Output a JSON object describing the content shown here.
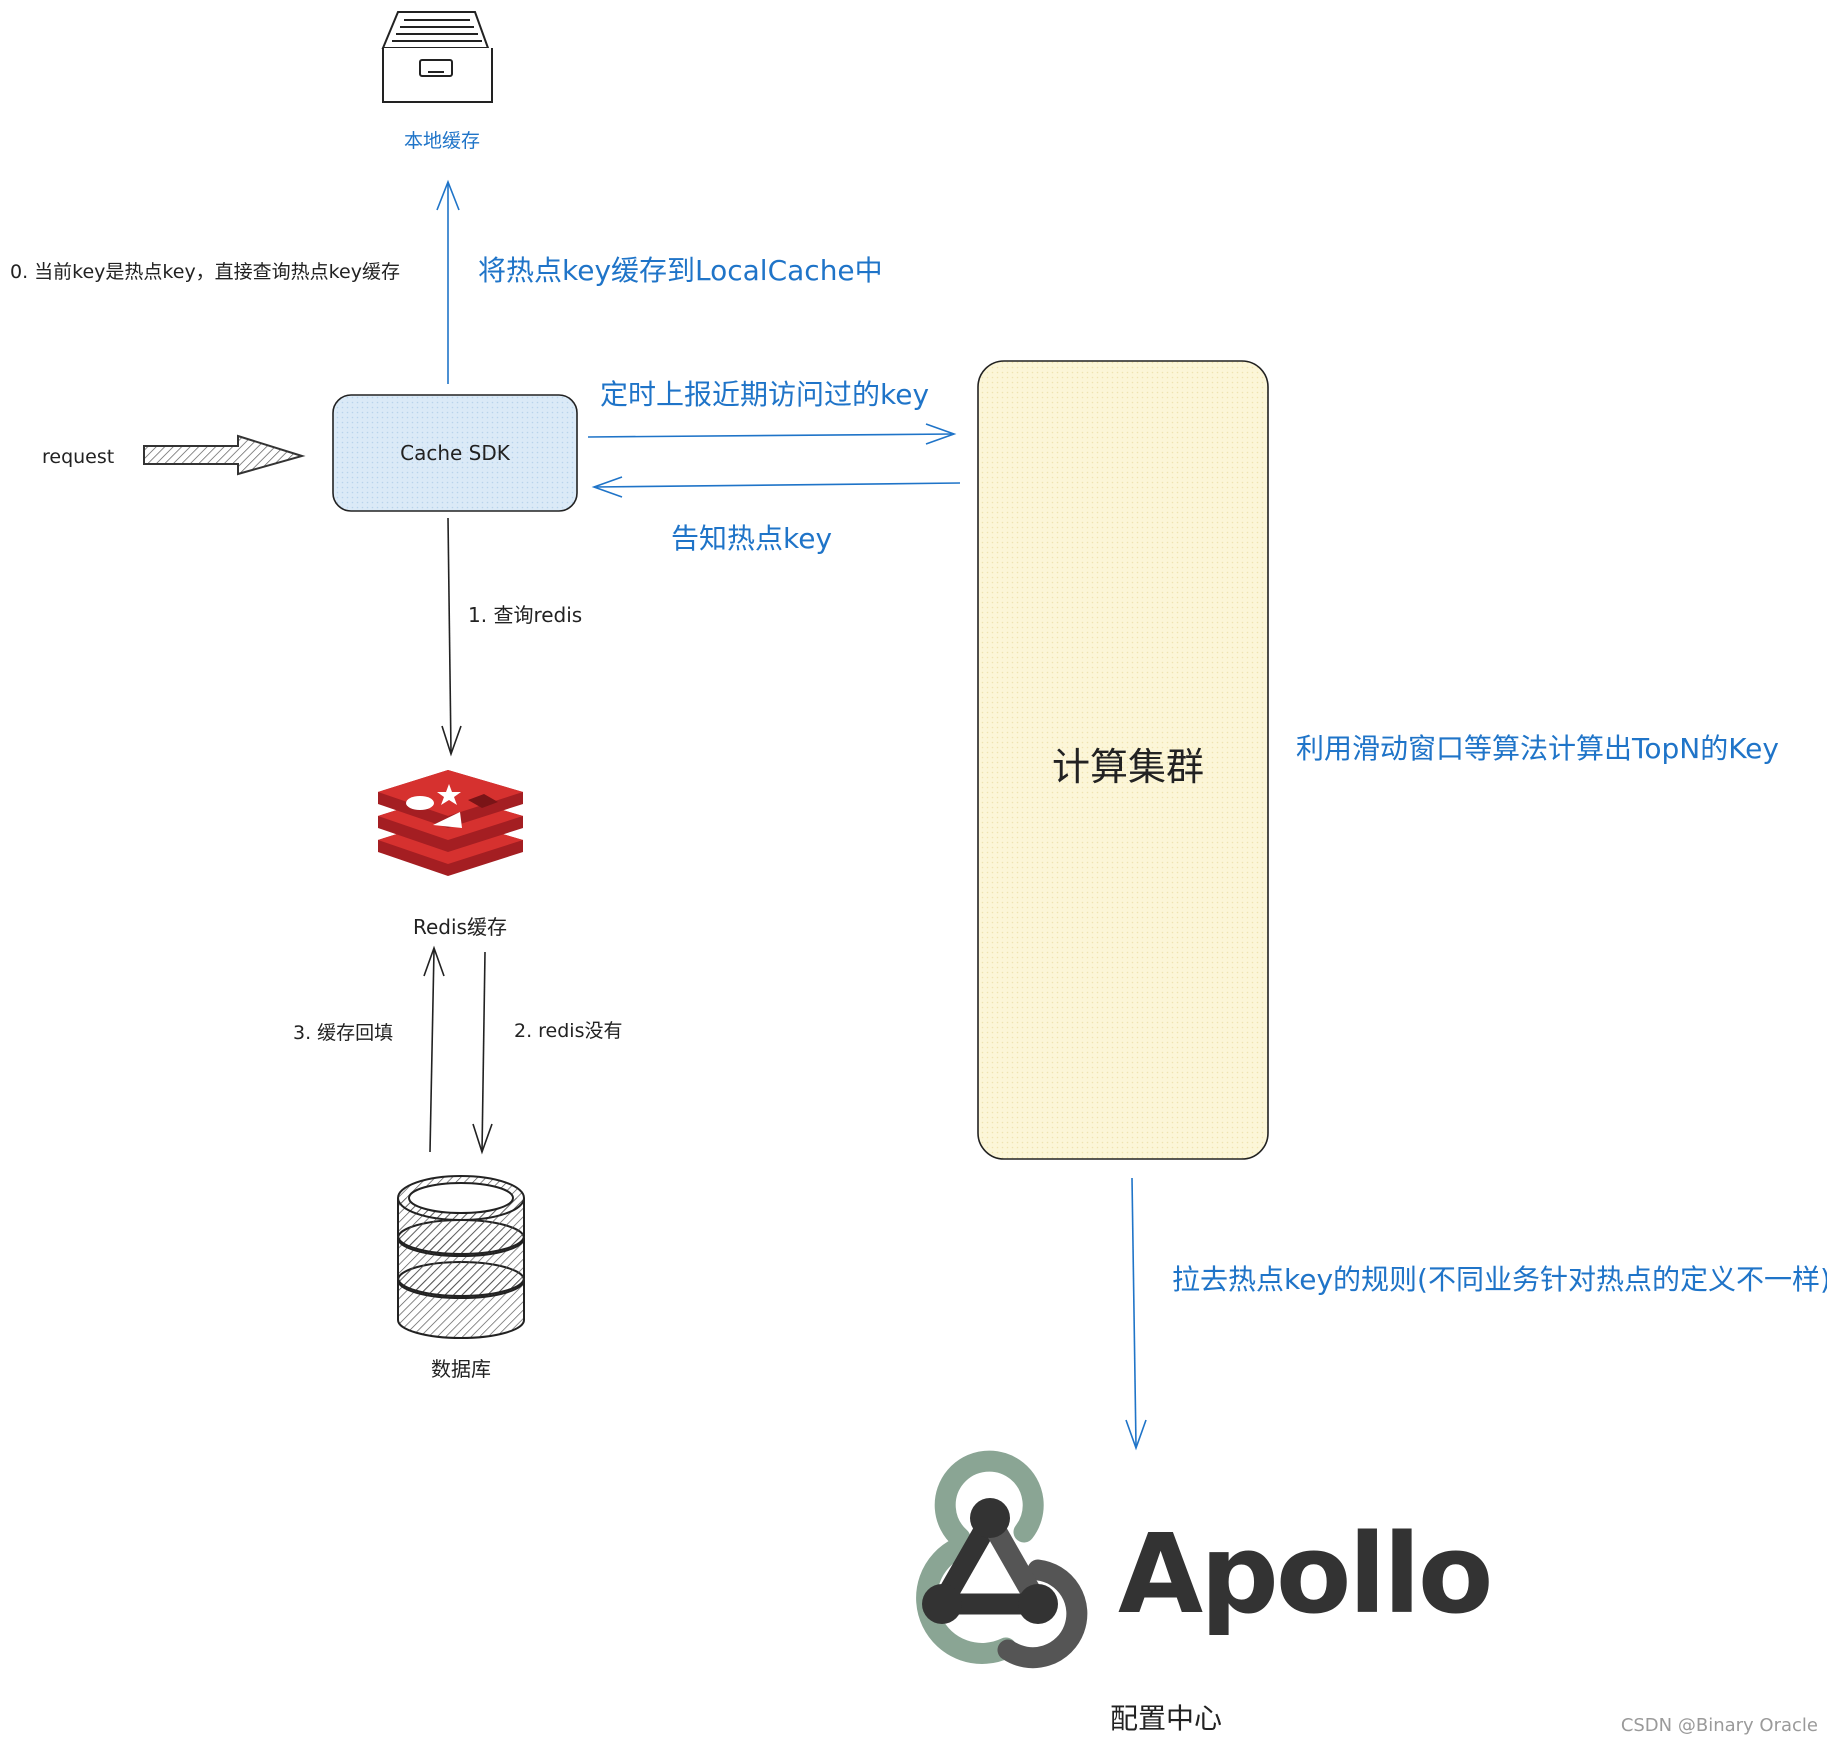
{
  "nodes": {
    "local_cache": "本地缓存",
    "cache_sdk": "Cache SDK",
    "redis": "Redis缓存",
    "database": "数据库",
    "compute_cluster": "计算集群",
    "apollo_logo": "Apollo",
    "config_center": "配置中心"
  },
  "labels": {
    "request": "request",
    "step0": "0. 当前key是热点key，直接查询热点key缓存",
    "store_local": "将热点key缓存到LocalCache中",
    "report": "定时上报近期访问过的key",
    "notify": "告知热点key",
    "step1": "1. 查询redis",
    "step2": "2. redis没有",
    "step3": "3. 缓存回填",
    "topn": "利用滑动窗口等算法计算出TopN的Key",
    "pull_rules": "拉去热点key的规则(不同业务针对热点的定义不一样)"
  },
  "watermark": "CSDN @Binary Oracle",
  "colors": {
    "accent_blue": "#1f74c8",
    "sdk_fill": "#dbeaf7",
    "cluster_fill": "#fcf6d8",
    "redis_red": "#c7282b",
    "apollo_green": "#8aa594",
    "apollo_dark": "#333333"
  }
}
